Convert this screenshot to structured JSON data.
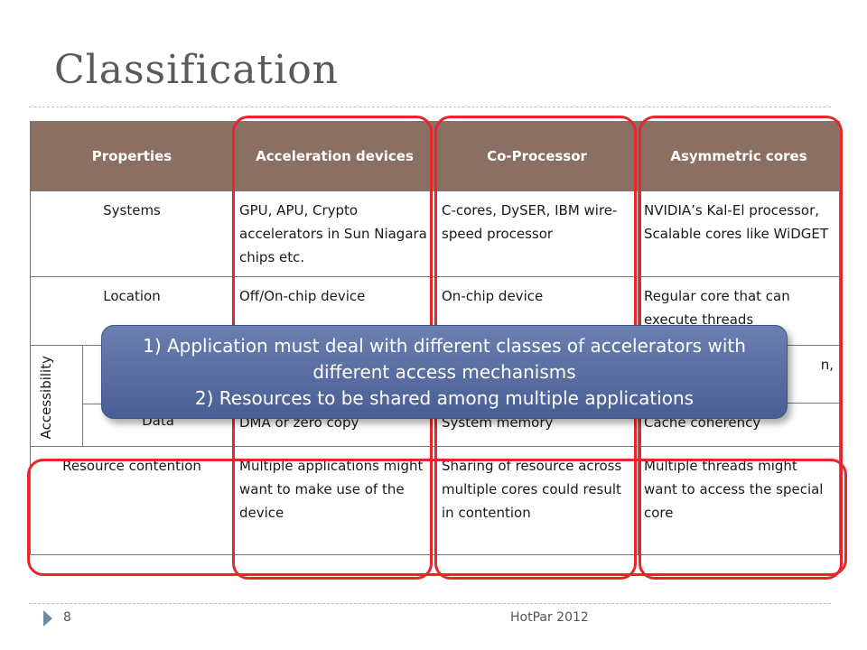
{
  "slide": {
    "title": "Classification",
    "page_number": "8",
    "footer": "HotPar 2012",
    "accent_border": "#e8262a",
    "header_bg": "#8b6f62"
  },
  "table": {
    "headers": [
      "Properties",
      "Acceleration devices",
      "Co-Processor",
      "Asymmetric cores"
    ],
    "systems": {
      "label": "Systems",
      "cells": [
        "GPU, APU, Crypto accelerators in Sun Niagara chips etc.",
        "C-cores, DySER, IBM wire-speed processor",
        "NVIDIA’s Kal-El processor, Scalable cores like WiDGET"
      ]
    },
    "location": {
      "label": "Location",
      "cells": [
        "Off/On-chip device",
        "On-chip device",
        "Regular core that can execute threads"
      ]
    },
    "accessibility": {
      "group_label": "Accessibility",
      "control": {
        "label": "",
        "cells": [
          "",
          "",
          "n,"
        ]
      },
      "data": {
        "label": "Data",
        "cells": [
          "DMA or zero copy",
          "System memory",
          "Cache coherency"
        ]
      }
    },
    "resource": {
      "label": "Resource contention",
      "cells": [
        "Multiple applications might want to make use of the device",
        "Sharing of resource across multiple cores could result in contention",
        "Multiple threads might want to access the special core"
      ]
    }
  },
  "callout": {
    "line1": "1) Application must deal with different classes of accelerators with different access mechanisms",
    "line2": "2) Resources to be shared among multiple applications"
  }
}
